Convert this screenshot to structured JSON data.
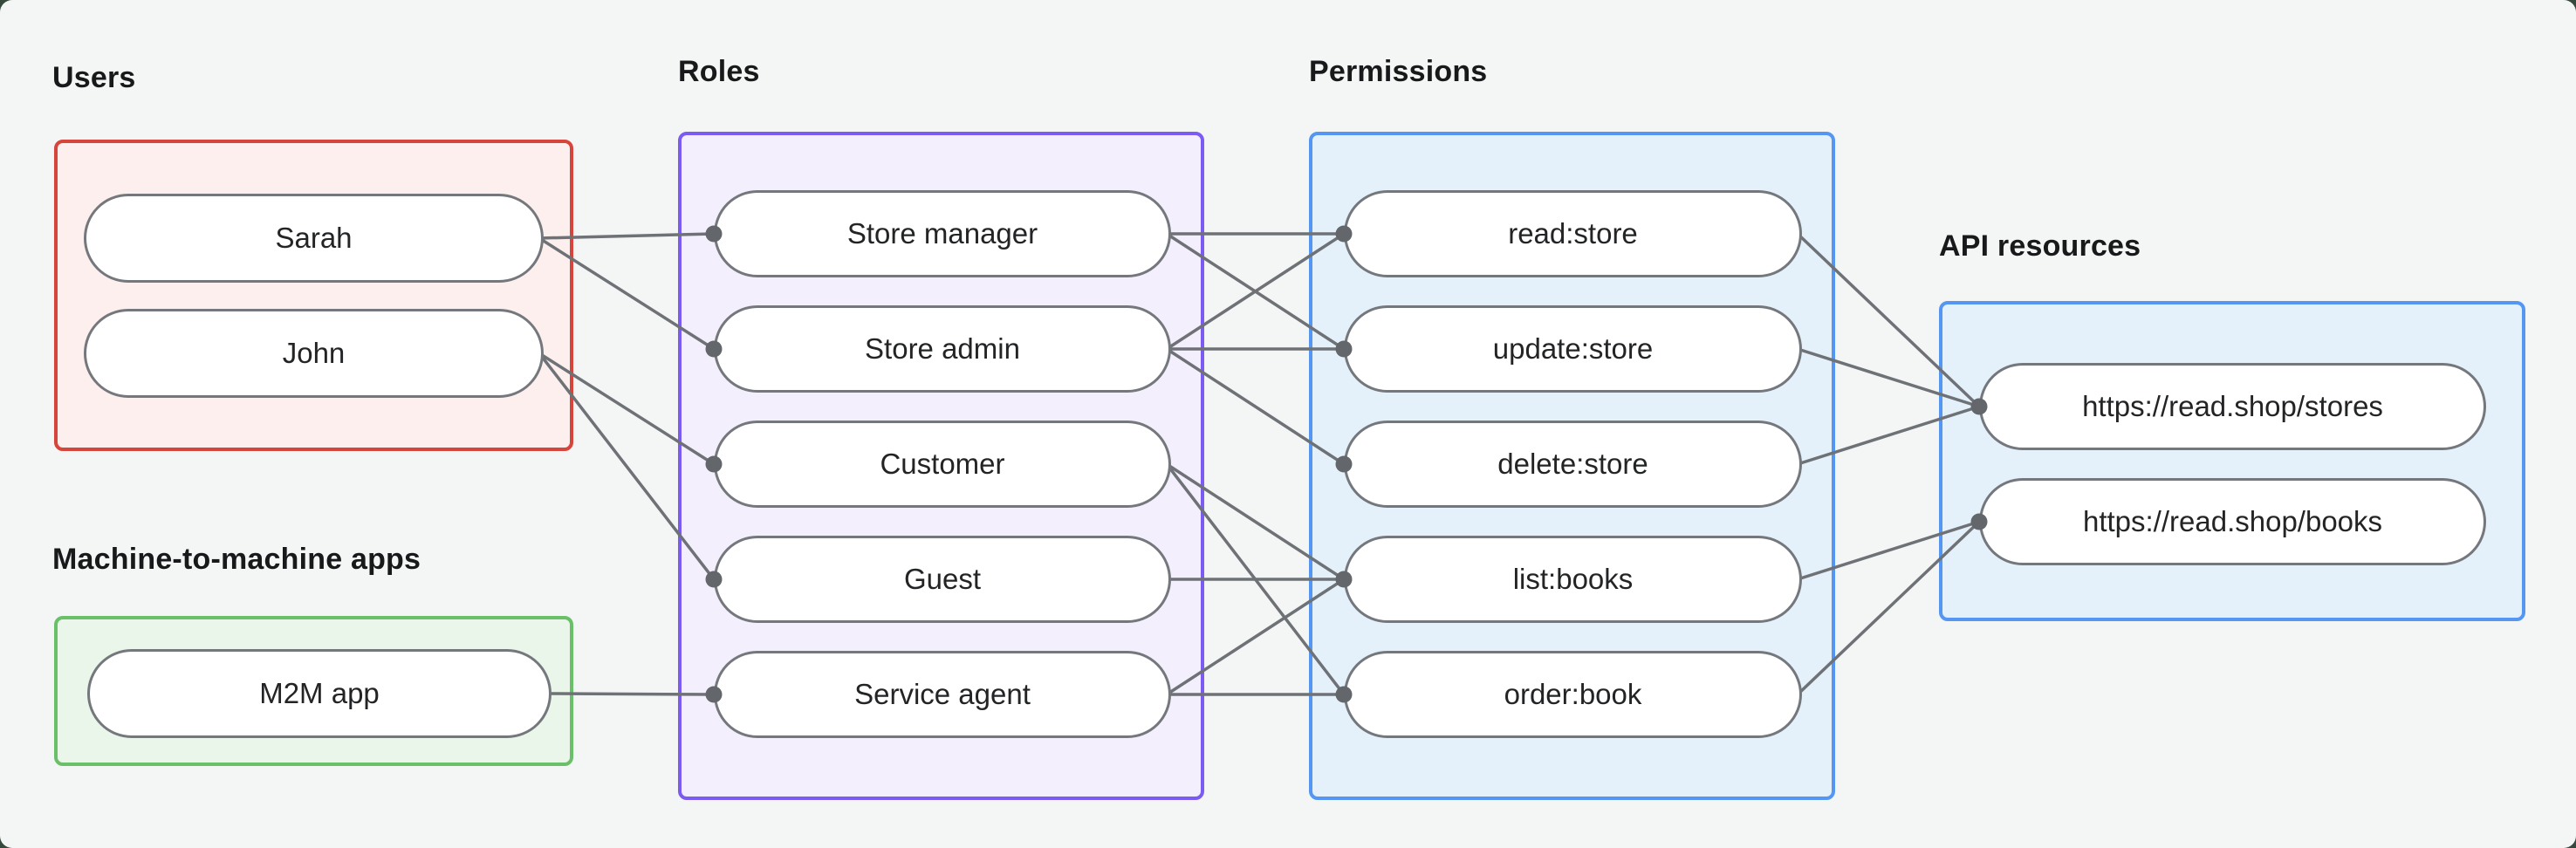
{
  "canvas": {
    "background": "#f4f6f5",
    "backdrop": "#35493d"
  },
  "palette": {
    "edge_line": "#6e7276",
    "connector_dot": "#63666b",
    "node_border": "#74777c",
    "node_fill": "#ffffff",
    "node_text": "#222426",
    "label_text": "#17191b"
  },
  "diagram": {
    "groups": [
      {
        "id": "users",
        "label": "Users",
        "border": "#d6453c",
        "fill": "#fcefed"
      },
      {
        "id": "m2m",
        "label": "Machine-to-machine apps",
        "border": "#6abf69",
        "fill": "#eaf6ea"
      },
      {
        "id": "roles",
        "label": "Roles",
        "border": "#7b5bf2",
        "fill": "#f4effc"
      },
      {
        "id": "permissions",
        "label": "Permissions",
        "border": "#5596f2",
        "fill": "#e4f1fb"
      },
      {
        "id": "api",
        "label": "API resources",
        "border": "#5596f2",
        "fill": "#e4f1fb"
      }
    ],
    "nodes": [
      {
        "id": "sarah",
        "group": "users",
        "label": "Sarah"
      },
      {
        "id": "john",
        "group": "users",
        "label": "John"
      },
      {
        "id": "m2m-app",
        "group": "m2m",
        "label": "M2M app"
      },
      {
        "id": "store-manager",
        "group": "roles",
        "label": "Store manager"
      },
      {
        "id": "store-admin",
        "group": "roles",
        "label": "Store admin"
      },
      {
        "id": "customer",
        "group": "roles",
        "label": "Customer"
      },
      {
        "id": "guest",
        "group": "roles",
        "label": "Guest"
      },
      {
        "id": "service-agent",
        "group": "roles",
        "label": "Service agent"
      },
      {
        "id": "read-store",
        "group": "permissions",
        "label": "read:store"
      },
      {
        "id": "update-store",
        "group": "permissions",
        "label": "update:store"
      },
      {
        "id": "delete-store",
        "group": "permissions",
        "label": "delete:store"
      },
      {
        "id": "list-books",
        "group": "permissions",
        "label": "list:books"
      },
      {
        "id": "order-book",
        "group": "permissions",
        "label": "order:book"
      },
      {
        "id": "stores-api",
        "group": "api",
        "label": "https://read.shop/stores"
      },
      {
        "id": "books-api",
        "group": "api",
        "label": "https://read.shop/books"
      }
    ],
    "edges": [
      {
        "from": "sarah",
        "to": "store-manager"
      },
      {
        "from": "sarah",
        "to": "store-admin"
      },
      {
        "from": "john",
        "to": "customer"
      },
      {
        "from": "john",
        "to": "guest"
      },
      {
        "from": "m2m-app",
        "to": "service-agent"
      },
      {
        "from": "store-manager",
        "to": "read-store"
      },
      {
        "from": "store-manager",
        "to": "update-store"
      },
      {
        "from": "store-admin",
        "to": "read-store"
      },
      {
        "from": "store-admin",
        "to": "update-store"
      },
      {
        "from": "store-admin",
        "to": "delete-store"
      },
      {
        "from": "customer",
        "to": "list-books"
      },
      {
        "from": "customer",
        "to": "order-book"
      },
      {
        "from": "guest",
        "to": "list-books"
      },
      {
        "from": "service-agent",
        "to": "list-books"
      },
      {
        "from": "service-agent",
        "to": "order-book"
      },
      {
        "from": "read-store",
        "to": "stores-api"
      },
      {
        "from": "update-store",
        "to": "stores-api"
      },
      {
        "from": "delete-store",
        "to": "stores-api"
      },
      {
        "from": "list-books",
        "to": "books-api"
      },
      {
        "from": "order-book",
        "to": "books-api"
      }
    ]
  }
}
